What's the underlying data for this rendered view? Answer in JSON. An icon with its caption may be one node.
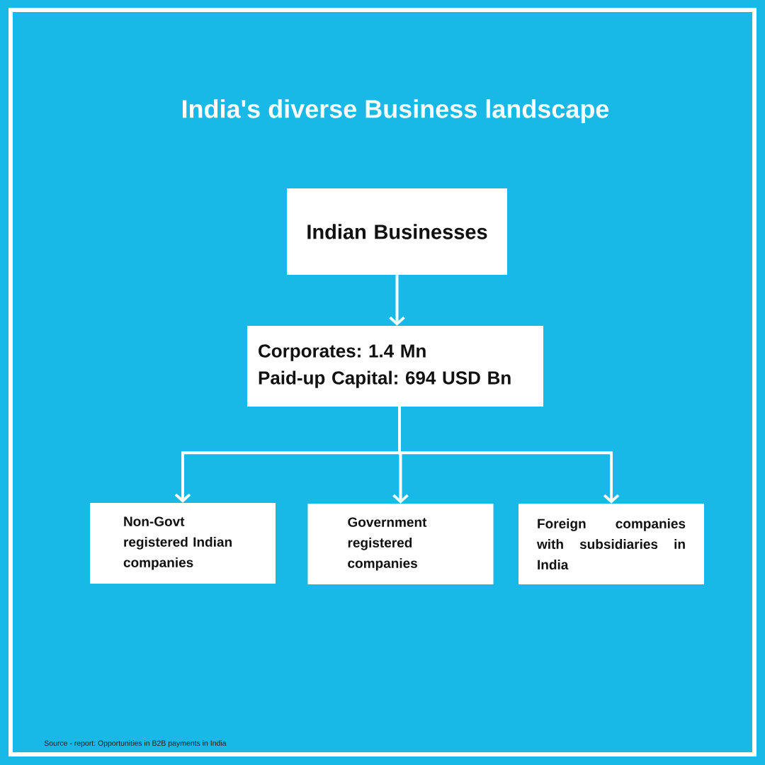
{
  "diagram": {
    "title": "India's diverse Business landscape",
    "nodes": [
      {
        "text": [
          "Indian Businesses"
        ]
      },
      {
        "text": [
          "Corporates: 1.4 Mn",
          "Paid-up Capital: 694 USD Bn"
        ]
      },
      {
        "text": [
          "Non-Govt registered Indian companies"
        ]
      },
      {
        "text": [
          "Government registered companies"
        ]
      },
      {
        "text": [
          "Foreign companies with subsidiaries in India"
        ]
      }
    ],
    "edges": [
      {
        "from": 0,
        "to": 1,
        "arrow": "to"
      },
      {
        "from": 1,
        "to": 2,
        "arrow": "to"
      },
      {
        "from": 1,
        "to": 3,
        "arrow": "to"
      },
      {
        "from": 1,
        "to": 4,
        "arrow": "to"
      }
    ],
    "labels": [
      "Source - report: Opportunities in B2B payments in India"
    ]
  }
}
